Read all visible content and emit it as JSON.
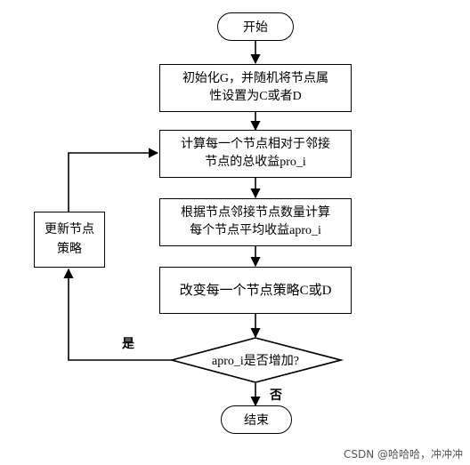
{
  "nodes": {
    "start": "开始",
    "init_line1": "初始化G，并随机将节点属",
    "init_line2": "性设置为C或者D",
    "compute_line1": "计算每一个节点相对于邻接",
    "compute_line2": "节点的总收益pro_i",
    "average_line1": "根据节点邻接节点数量计算",
    "average_line2": "每个节点平均收益apro_i",
    "change": "改变每一个节点策略C或D",
    "decision": "apro_i是否增加?",
    "update_line1": "更新节点",
    "update_line2": "策略",
    "end": "结束"
  },
  "edges": {
    "yes_label": "是",
    "no_label": "否"
  },
  "watermark": "CSDN @哈哈哈，冲冲冲"
}
